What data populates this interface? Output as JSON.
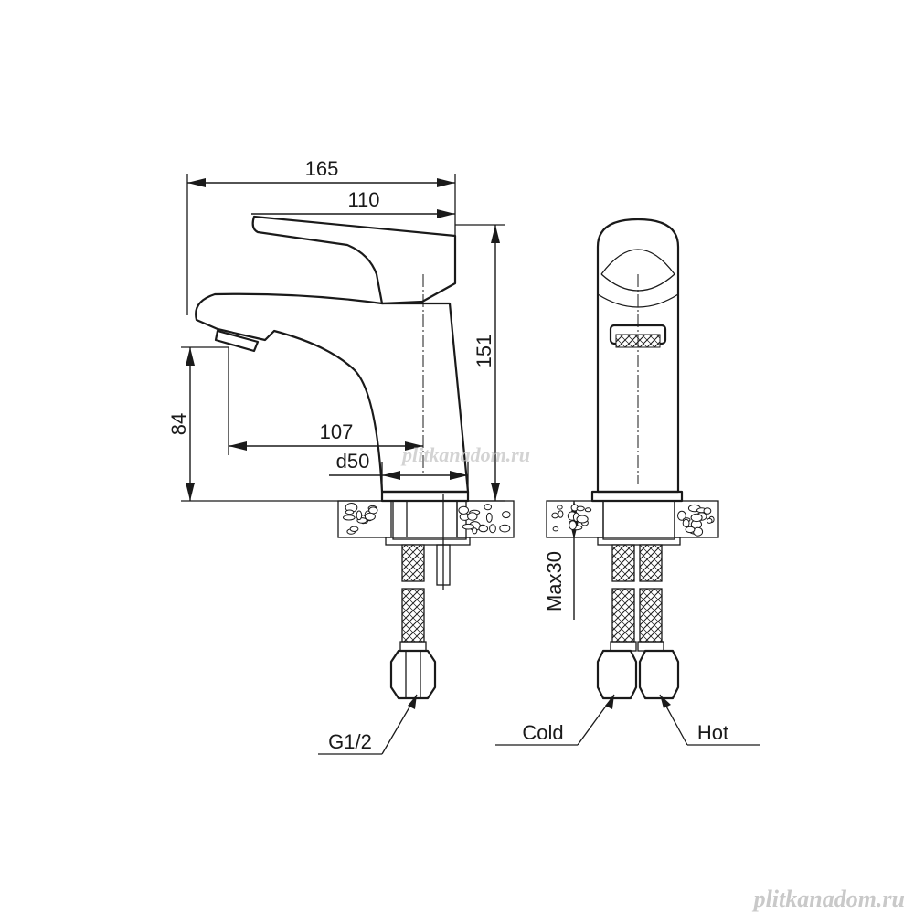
{
  "dimensions": {
    "overall_length": "165",
    "lever_length": "110",
    "height": "151",
    "spout_height": "84",
    "spout_reach": "107",
    "hole_diameter": "d50",
    "max_thickness": "Max30"
  },
  "labels": {
    "thread": "G1/2",
    "cold": "Cold",
    "hot": "Hot"
  },
  "watermark": {
    "center": "plitkanadom.ru",
    "corner": "plitkanadom.ru"
  }
}
